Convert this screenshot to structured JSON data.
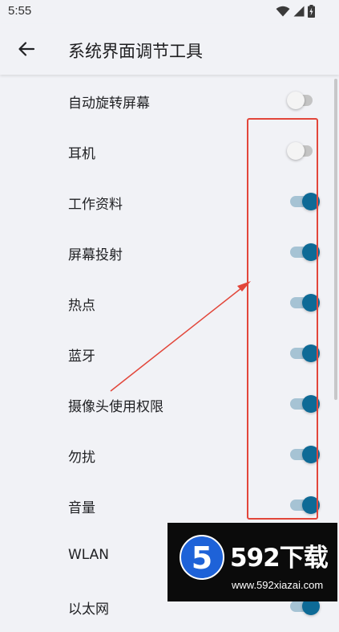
{
  "status_bar": {
    "time": "5:55",
    "icons": [
      "wifi-icon",
      "signal-icon",
      "battery-icon"
    ]
  },
  "header": {
    "back_icon": "arrow-left-icon",
    "title": "系统界面调节工具"
  },
  "settings": [
    {
      "label": "自动旋转屏幕",
      "enabled": false
    },
    {
      "label": "耳机",
      "enabled": false
    },
    {
      "label": "工作资料",
      "enabled": true
    },
    {
      "label": "屏幕投射",
      "enabled": true
    },
    {
      "label": "热点",
      "enabled": true
    },
    {
      "label": "蓝牙",
      "enabled": true
    },
    {
      "label": "摄像头使用权限",
      "enabled": true
    },
    {
      "label": "勿扰",
      "enabled": true
    },
    {
      "label": "音量",
      "enabled": true
    },
    {
      "label": "WLAN",
      "enabled": true
    },
    {
      "label": "以太网",
      "enabled": true
    }
  ],
  "colors": {
    "background": "#f1f2f6",
    "switch_on": "#0e6a96",
    "switch_on_track": "#a6c3d4",
    "switch_off_track": "#c4c4c4",
    "annotation": "#e2463a"
  },
  "watermark": {
    "badge": "5",
    "brand": "592下载",
    "url": "www.592xiazai.com"
  }
}
